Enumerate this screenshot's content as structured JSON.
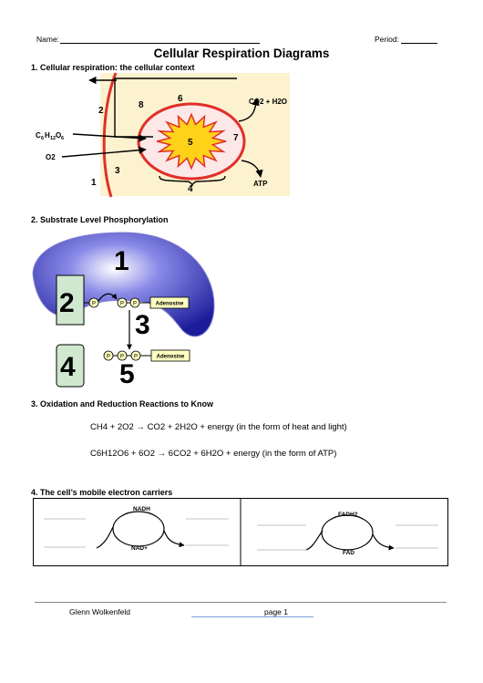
{
  "header": {
    "name_label": "Name:",
    "period_label": "Period:",
    "title": "Cellular Respiration Diagrams"
  },
  "section1": {
    "heading": "1. Cellular respiration: the cellular context",
    "glucose": "C6H12O6",
    "glucose_base": "C",
    "glucose_parts": [
      "C",
      "6",
      "H",
      "12",
      "O",
      "6"
    ],
    "oxygen": "O2",
    "products": "CO2 + H2O",
    "atp": "ATP",
    "numbers": [
      "1",
      "2",
      "3",
      "4",
      "5",
      "6",
      "7",
      "8"
    ]
  },
  "section2": {
    "heading": "2. Substrate Level Phosphorylation",
    "numbers": [
      "1",
      "2",
      "3",
      "4",
      "5"
    ],
    "phosphate": "P",
    "adenosine": "Adenosine"
  },
  "section3": {
    "heading": "3. Oxidation and Reduction Reactions to Know",
    "equation1": "CH4 + 2O2 → CO2 + 2H2O + energy (in the form of heat and light)",
    "equation2": "C6H12O6 + 6O2 → 6CO2 + 6H2O + energy (in the form of ATP)"
  },
  "section4": {
    "heading": "4. The cell’s mobile electron carriers",
    "nadh": "NADH",
    "nad": "NAD+",
    "fadh2": "FADH2",
    "fad": "FAD"
  },
  "footer": {
    "author": "Glenn Wolkenfeld",
    "page": "page 1"
  },
  "colors": {
    "cytoplasm": "#fdf2cf",
    "membrane": "#e0302a",
    "mito_inner": "#fde8e8",
    "matrix": "#ffd21a",
    "enzyme": "#3a3ab8",
    "box": "#cfe8cf",
    "phosphate": "#ffffc0"
  }
}
